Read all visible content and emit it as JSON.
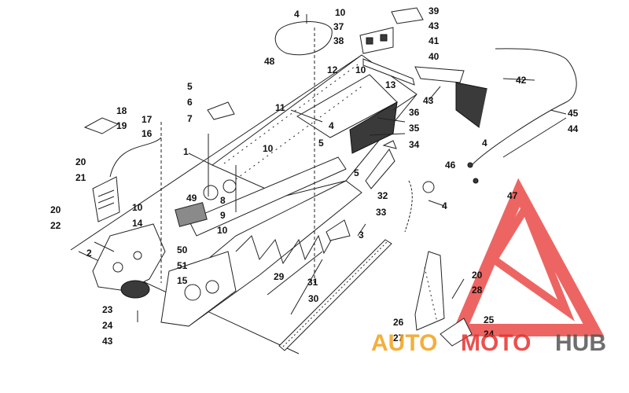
{
  "diagram": {
    "callouts": {
      "c1": "1",
      "c2": "2",
      "c3": "3",
      "c4a": "4",
      "c4b": "4",
      "c4c": "4",
      "c4d": "4",
      "c5a": "5",
      "c5b": "5",
      "c5c": "5",
      "c6": "6",
      "c7": "7",
      "c8": "8",
      "c9": "9",
      "c10a": "10",
      "c10b": "10",
      "c10c": "10",
      "c10d": "10",
      "c10e": "10",
      "c11": "11",
      "c12": "12",
      "c13": "13",
      "c14": "14",
      "c15": "15",
      "c16": "16",
      "c17": "17",
      "c18": "18",
      "c19": "19",
      "c20a": "20",
      "c20b": "20",
      "c20c": "20",
      "c21": "21",
      "c22": "22",
      "c23": "23",
      "c24a": "24",
      "c24b": "24",
      "c25": "25",
      "c26": "26",
      "c27": "27",
      "c28": "28",
      "c29": "29",
      "c30": "30",
      "c31": "31",
      "c32": "32",
      "c33": "33",
      "c34": "34",
      "c35": "35",
      "c36": "36",
      "c37": "37",
      "c38": "38",
      "c39": "39",
      "c40": "40",
      "c41": "41",
      "c42": "42",
      "c43a": "43",
      "c43b": "43",
      "c43c": "43",
      "c44": "44",
      "c45": "45",
      "c46": "46",
      "c47": "47",
      "c48": "48",
      "c49": "49",
      "c50": "50",
      "c51": "51"
    }
  },
  "watermark": {
    "brand_auto": "AUTO",
    "brand_moto": "MOTO",
    "brand_hub": "HUB",
    "colors": {
      "red": "#e8322e",
      "orange": "#f2a21b",
      "gray": "#555555"
    }
  }
}
